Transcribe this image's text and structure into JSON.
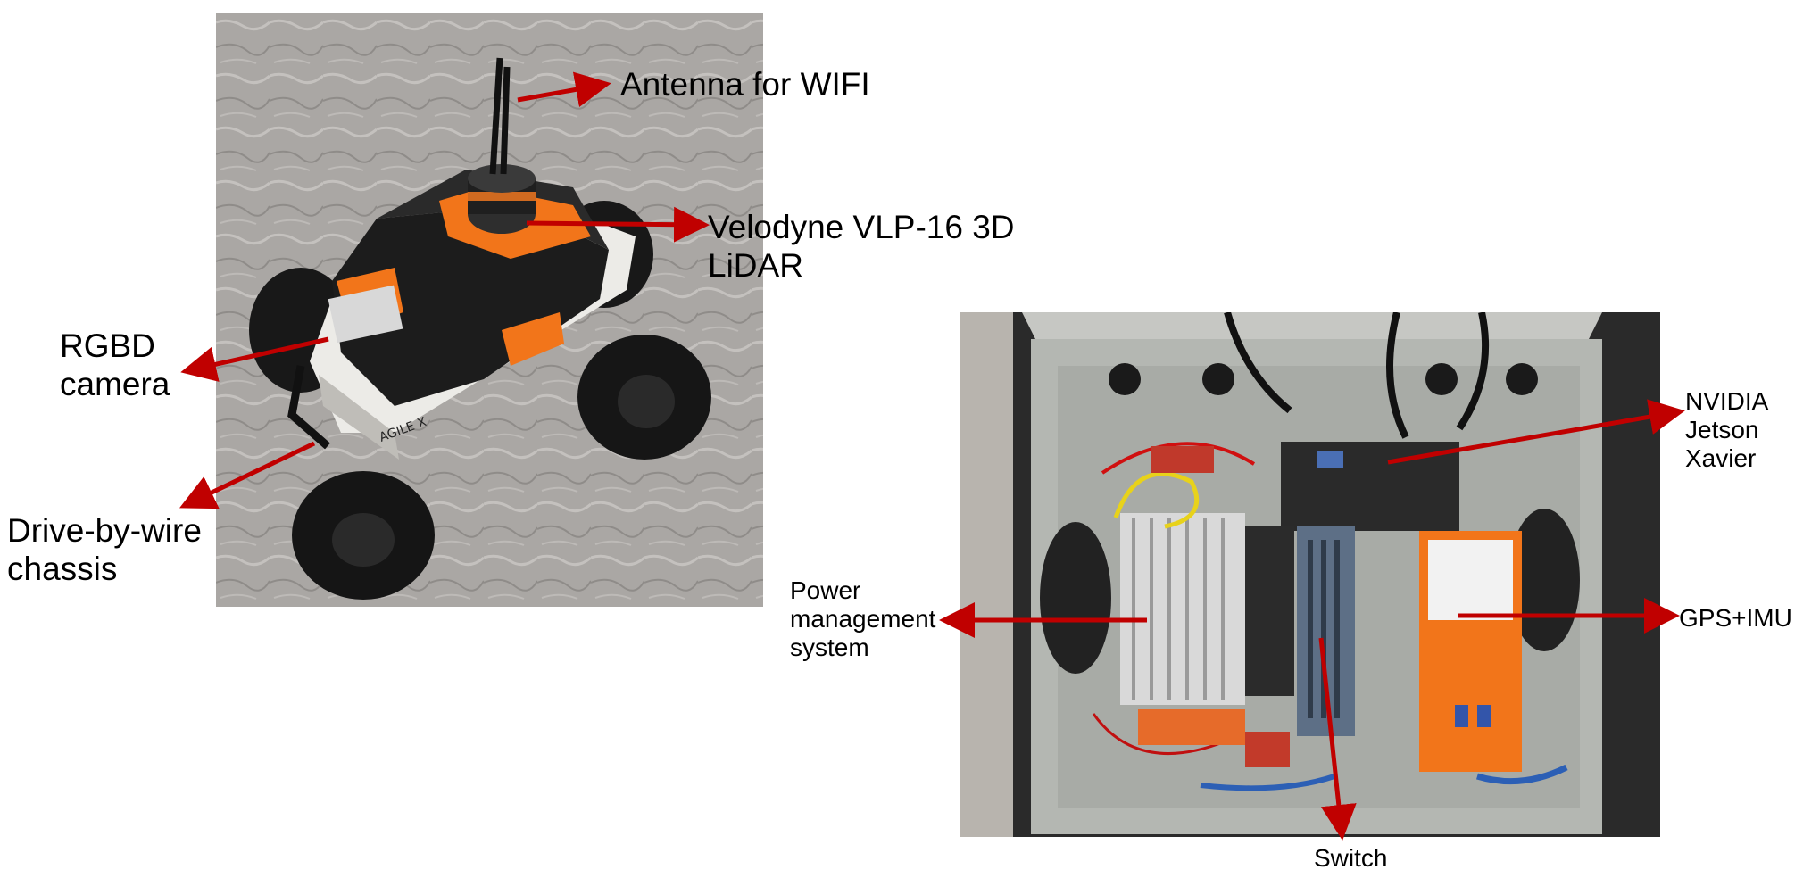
{
  "labels": {
    "antenna": "Antenna for WIFI",
    "lidar": [
      "Velodyne VLP-16 3D",
      "LiDAR"
    ],
    "rgbd": [
      "RGBD",
      "camera"
    ],
    "chassis": [
      "Drive-by-wire",
      "chassis"
    ],
    "nvidia": [
      "NVIDIA",
      "Jetson",
      "Xavier"
    ],
    "power": [
      "Power",
      "management",
      "system"
    ],
    "gps": "GPS+IMU",
    "switch": "Switch",
    "brand": "AGILE X"
  },
  "colors": {
    "arrow": "#c00000",
    "floor": "#a9a6a3",
    "robot_orange": "#f2751a",
    "robot_black": "#1c1c1c",
    "robot_white": "#ecebe7",
    "box_gray": "#b4b7b2",
    "background": "#ffffff"
  }
}
